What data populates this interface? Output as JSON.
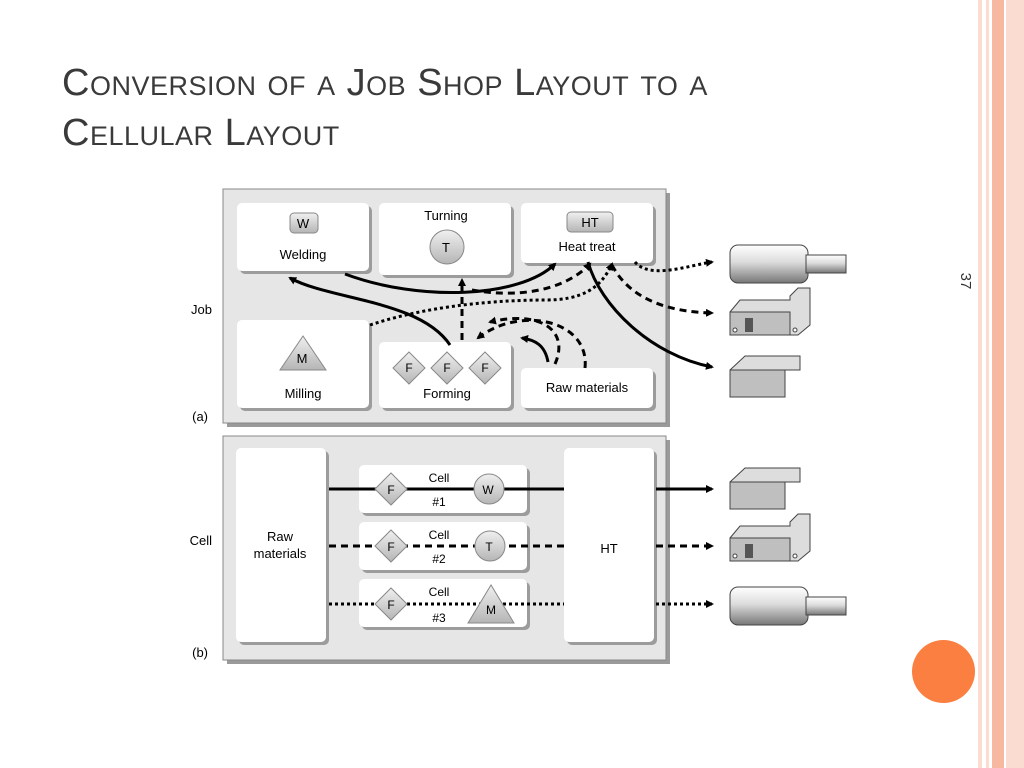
{
  "slide": {
    "title_line1": "Conversion of a Job Shop Layout to a",
    "title_line2": "Cellular Layout",
    "page_number": "37",
    "accent_colors": {
      "stripe_light": "#fbdcd0",
      "stripe_mid": "#f7b8a0",
      "dot": "#fa7f40"
    }
  },
  "diagram": {
    "side_labels": {
      "job": "Job",
      "cell": "Cell",
      "a": "(a)",
      "b": "(b)"
    },
    "job": {
      "welding_badge": "W",
      "welding_label": "Welding",
      "turning_label": "Turning",
      "turning_badge": "T",
      "ht_badge": "HT",
      "ht_label": "Heat treat",
      "milling_badge": "M",
      "milling_label": "Milling",
      "forming_badges": [
        "F",
        "F",
        "F"
      ],
      "forming_label": "Forming",
      "raw_label": "Raw materials"
    },
    "cellular": {
      "raw_line1": "Raw",
      "raw_line2": "materials",
      "ht_label": "HT",
      "cells": [
        {
          "title": "Cell",
          "number": "#1",
          "f_badge": "F",
          "machine_badge": "W"
        },
        {
          "title": "Cell",
          "number": "#2",
          "f_badge": "F",
          "machine_badge": "T"
        },
        {
          "title": "Cell",
          "number": "#3",
          "f_badge": "F",
          "machine_badge": "M"
        }
      ]
    }
  }
}
